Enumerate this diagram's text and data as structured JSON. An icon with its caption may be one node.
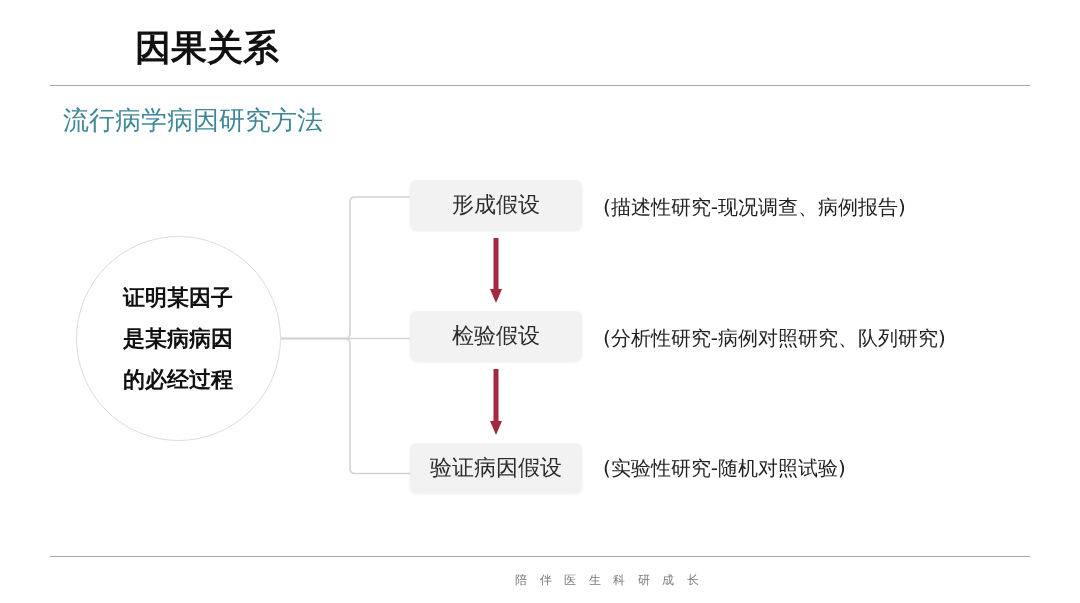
{
  "diagram": {
    "title": "因果关系",
    "nodes": [
      {
        "text": [
          "证明某因子是某病病因的必经过程"
        ]
      },
      {
        "text": [
          "形成假设"
        ],
        "beside": [
          "(描述性研究-现况调查、病例报告)"
        ]
      },
      {
        "text": [
          "检验假设"
        ],
        "beside": [
          "(分析性研究-病例对照研究、队列研究)"
        ]
      },
      {
        "text": [
          "验证病因假设"
        ],
        "beside": [
          "(实验性研究-随机对照试验)"
        ]
      }
    ],
    "edges": [
      {
        "from": 0,
        "to": 1,
        "arrow": "none"
      },
      {
        "from": 0,
        "to": 2,
        "arrow": "none"
      },
      {
        "from": 0,
        "to": 3,
        "arrow": "none"
      },
      {
        "from": 1,
        "to": 2,
        "arrow": "to",
        "style": "thick",
        "color": "#a3283f"
      },
      {
        "from": 2,
        "to": 3,
        "arrow": "to",
        "style": "thick",
        "color": "#a3283f"
      }
    ],
    "labels": [
      "流行病学病因研究方法",
      "陪伴医生科研成长"
    ]
  }
}
